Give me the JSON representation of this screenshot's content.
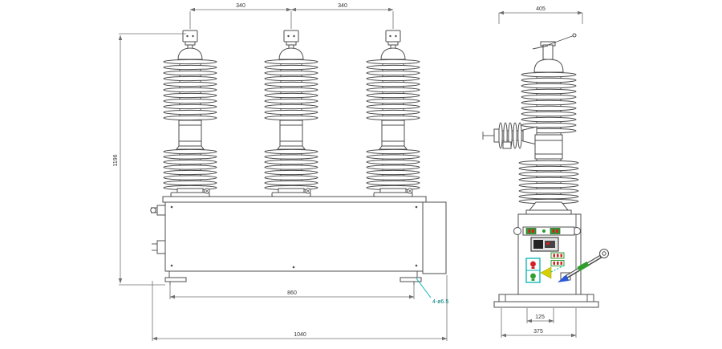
{
  "drawing": {
    "type": "engineering-outline-drawing",
    "subject": "outdoor three-phase vacuum circuit breaker, front and side views",
    "colors": {
      "line": "#4d4d4d",
      "leader_cyan": "#00b2b2",
      "indicator_green": "#2f9e2f",
      "indicator_red": "#d22222",
      "arrow_yellow": "#d6d000",
      "arrow_blue": "#2a5bd7",
      "background": "#ffffff"
    }
  },
  "dimensions": {
    "phase_spacing_left": "340",
    "phase_spacing_right": "340",
    "overall_height": "1196",
    "mounting_span": "860",
    "overall_width": "1040",
    "side_width": "405",
    "base_hole_spacing": "125",
    "base_depth": "375",
    "hole_callout": "4-ø6.5"
  }
}
